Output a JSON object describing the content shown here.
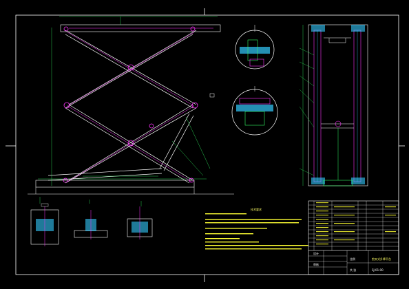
{
  "drawing": {
    "frame_color": "#ffffff",
    "line_color": "#ffffff",
    "accent_pink": "#ff33ff",
    "accent_cyan": "#33ccff",
    "accent_green": "#33ff66",
    "accent_yellow": "#ffff33",
    "accent_red": "#ff3333",
    "notes_title": "技术要求",
    "title_block": {
      "drawing_title": "剪叉式升降平台",
      "drawing_number": "SJ-01-00",
      "design_label": "设计",
      "check_label": "审核",
      "scale_label": "比例",
      "sheet_label": "共 张"
    }
  }
}
